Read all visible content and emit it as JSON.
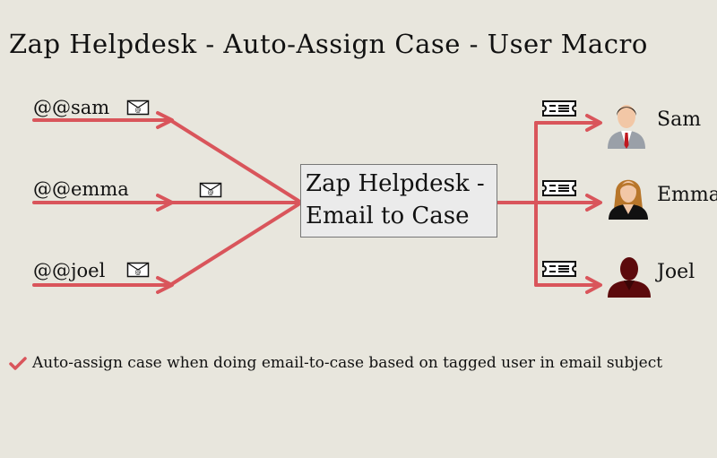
{
  "title": "Zap Helpdesk - Auto-Assign Case - User Macro",
  "sources": [
    {
      "label": "@@sam",
      "icon": "email-icon"
    },
    {
      "label": "@@emma",
      "icon": "email-icon"
    },
    {
      "label": "@@joel",
      "icon": "email-icon"
    }
  ],
  "hub": {
    "line1": "Zap Helpdesk -",
    "line2": "Email to Case"
  },
  "targets": [
    {
      "name": "Sam",
      "icon": "ticket-icon",
      "avatar": "male-businessman-avatar"
    },
    {
      "name": "Emma",
      "icon": "ticket-icon",
      "avatar": "female-avatar"
    },
    {
      "name": "Joel",
      "icon": "ticket-icon",
      "avatar": "male-silhouette-avatar"
    }
  ],
  "footnote": "Auto-assign case when doing email-to-case based on tagged user in email subject",
  "colors": {
    "arrow": "#d9555b",
    "background": "#e8e6dd",
    "hub_fill": "#ebebeb"
  }
}
